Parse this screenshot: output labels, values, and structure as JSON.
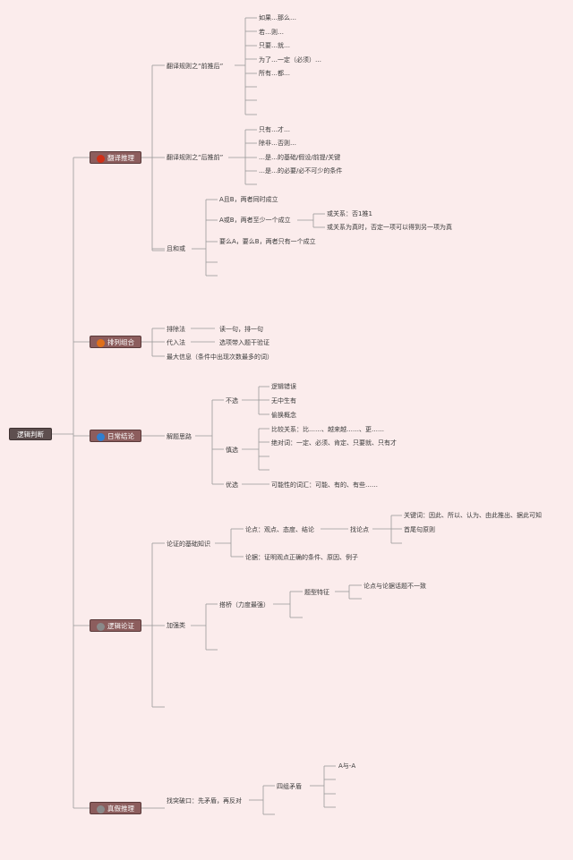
{
  "root": "逻辑判断",
  "colors": {
    "background": "#fbecec",
    "line": "#9a9a9a",
    "root_fill": "#5e4f4f",
    "category_fill": "#8c5d5d",
    "icon_red": "#d03018",
    "icon_orange": "#e0701a",
    "icon_blue": "#2f7fd0",
    "icon_gray": "#8a8a8a"
  },
  "categories": [
    {
      "label": "翻译推理",
      "icon": "red-circle-icon",
      "branches": [
        {
          "label": "翻译规则之“前推后”",
          "items": [
            "如果…那么…",
            "若…则…",
            "只要…就…",
            "为了…一定（必须）…",
            "所有…都…"
          ]
        },
        {
          "label": "翻译规则之“后推前”",
          "items": [
            "只有…才…",
            "除非…否则…",
            "…是…的基础/假设/前提/关键",
            "…是…的必要/必不可少的条件"
          ]
        },
        {
          "label": "且和或",
          "items": [
            "A且B，两者同时成立",
            "A或B，两者至少一个成立",
            "要么A，要么B，两者只有一个成立"
          ],
          "or_rules": [
            "或关系：否1推1",
            "或关系为真时，否定一项可以得到另一项为真"
          ]
        }
      ]
    },
    {
      "label": "排列组合",
      "icon": "orange-circle-icon",
      "methods": [
        {
          "name": "排除法",
          "desc": "读一句，排一句"
        },
        {
          "name": "代入法",
          "desc": "选项带入题干验证"
        },
        {
          "name": "最大信息（条件中出现次数最多的词）",
          "desc": ""
        }
      ]
    },
    {
      "label": "日常结论",
      "icon": "blue-circle-icon",
      "approach": "解题思路",
      "groups": [
        {
          "label": "不选",
          "items": [
            "逻辑错误",
            "无中生有",
            "偷换概念"
          ]
        },
        {
          "label": "慎选",
          "items": [
            "比较关系：比……、越来越……、更……",
            "绝对词：一定、必须、肯定、只要就、只有才"
          ]
        },
        {
          "label": "优选",
          "items": [
            "可能性的词汇：可能、有的、有些……"
          ]
        }
      ]
    },
    {
      "label": "逻辑论证",
      "icon": "gray-circle-icon",
      "basics": {
        "label": "论证的基础知识",
        "argument": "论点：观点、态度、结论",
        "find": "找论点",
        "find_items": [
          "关键词：因此、所以、认为、由此推出、据此可知",
          "首尾句原则"
        ],
        "evidence": "论据：证明观点正确的条件、原因、例子"
      },
      "strengthen": {
        "label": "加强类",
        "bridge": "搭桥（力度最强）",
        "feature": "题型特征",
        "feature_item": "论点与论据话题不一致"
      }
    },
    {
      "label": "真假推理",
      "icon": "gray-circle-icon",
      "breakthrough": "找突破口：先矛盾，再反对",
      "contradiction": "四组矛盾",
      "pairs": [
        "A与-A"
      ]
    }
  ]
}
